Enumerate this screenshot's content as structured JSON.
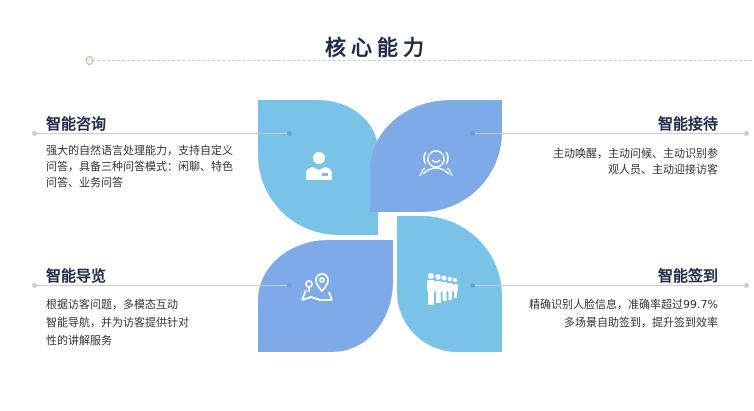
{
  "title": "核心能力",
  "features": [
    {
      "title": "智能咨询",
      "desc": "强大的自然语言处理能力，支持自定义问答，具备三种问答模式：闲聊、特色问答、业务问答",
      "icon": "customer-service-icon"
    },
    {
      "title": "智能接待",
      "desc_lines": [
        "主动唤醒，主动问候、主动识别参",
        "观人员、主动迎接访客"
      ],
      "icon": "greeting-face-icon"
    },
    {
      "title": "智能导览",
      "desc_lines": [
        "根据访客问题，多模态互动",
        "智能导航，并为访客提供针对",
        "性的讲解服务"
      ],
      "icon": "map-location-icon"
    },
    {
      "title": "智能签到",
      "desc_lines": [
        "精确识别人脸信息，准确率超过99.7%",
        "多场景自助签到，提升签到效率"
      ],
      "icon": "queue-people-icon"
    }
  ],
  "colors": {
    "light_blue": "#79c3e8",
    "mid_blue": "#7eaae8",
    "title": "#1e2a4a"
  }
}
